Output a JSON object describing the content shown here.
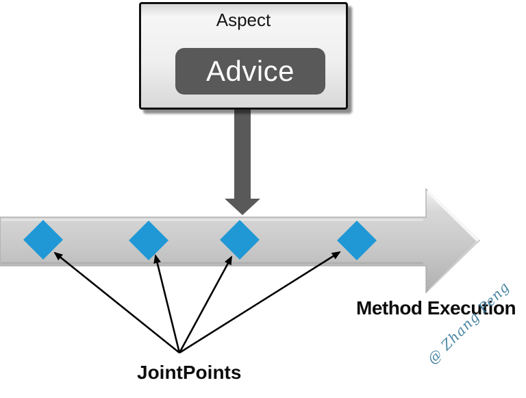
{
  "diagram": {
    "aspect_label": "Aspect",
    "advice_label": "Advice",
    "method_execution_label": "Method Execution",
    "jointpoints_label": "JointPoints",
    "watermark": "@ Zhang Peng",
    "jointpoint_count": 4
  },
  "colors": {
    "jointpoint_blue": "#2098d5",
    "connector_gray": "#595959",
    "advice_box_gray": "#595959",
    "execution_arrow_gray": "#c9c9c9",
    "annotation_black": "#000000",
    "watermark_teal": "#3e7e9e"
  }
}
